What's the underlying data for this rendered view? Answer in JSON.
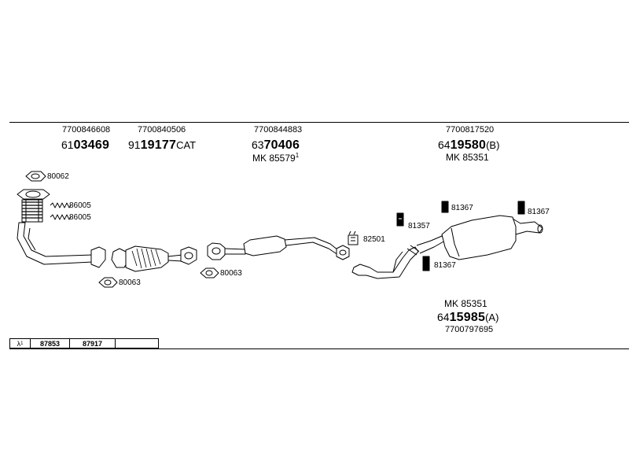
{
  "groups": [
    {
      "top": "7700846608",
      "prefix": "61",
      "number": "03469",
      "suffix": ""
    },
    {
      "top": "7700840506",
      "prefix": "91",
      "number": "19177",
      "suffix": "CAT"
    },
    {
      "top": "7700844883",
      "prefix": "63",
      "number": "70406",
      "suffix": "",
      "sub": "MK 85579",
      "sub_sup": "1"
    },
    {
      "top": "7700817520",
      "prefix": "64",
      "number": "19580",
      "suffix": "(B)",
      "sub": "MK 85351"
    }
  ],
  "bottom_group": {
    "mk": "MK 85351",
    "prefix": "64",
    "number": "15985",
    "suffix": "(A)",
    "code": "7700797695"
  },
  "parts": {
    "p80062": "80062",
    "p86005a": "86005",
    "p86005b": "86005",
    "p80063": "80063",
    "p80063b": "80063",
    "p82501": "82501",
    "p81357": "81357",
    "p81367a": "81367",
    "p81367b": "81367",
    "p81367c": "81367"
  },
  "footer": {
    "symbol": "λ",
    "sup": "1",
    "cells": [
      "87853",
      "87917",
      ""
    ]
  }
}
